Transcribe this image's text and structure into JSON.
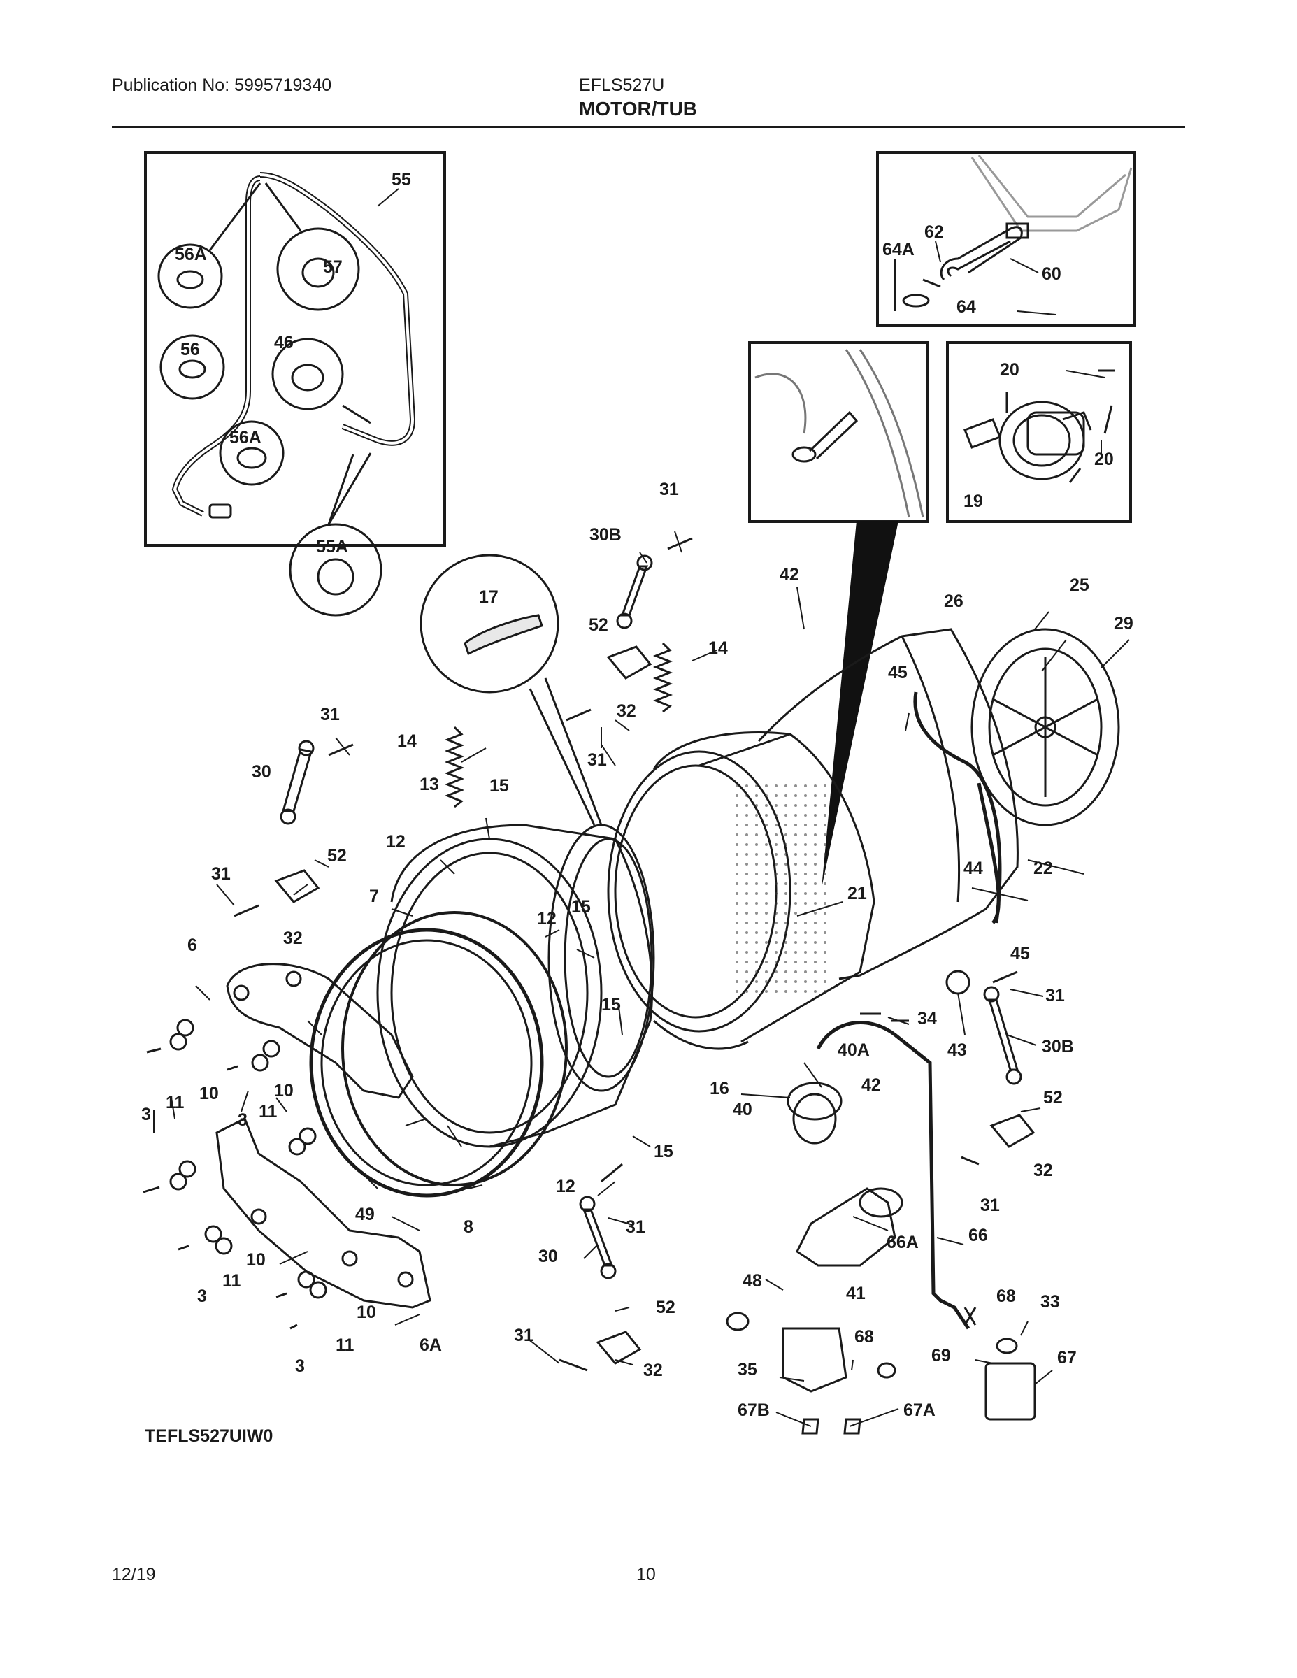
{
  "header": {
    "publication": "Publication No:  5995719340",
    "model": "EFLS527U",
    "section_title": "MOTOR/TUB"
  },
  "diagram_code": "TEFLS527UIW0",
  "footer": {
    "date": "12/19",
    "page_number": "10"
  },
  "callouts": {
    "c55": "55",
    "c56A_a": "56A",
    "c57": "57",
    "c56": "56",
    "c46": "46",
    "c56A_b": "56A",
    "c55A": "55A",
    "c62": "62",
    "c64A": "64A",
    "c60": "60",
    "c64": "64",
    "c20_a": "20",
    "c20_b": "20",
    "c19": "19",
    "c31_a": "31",
    "c30B_a": "30B",
    "c42_a": "42",
    "c25": "25",
    "c26": "26",
    "c29": "29",
    "c17": "17",
    "c52_a": "52",
    "c14_a": "14",
    "c45_a": "45",
    "c32_a": "32",
    "c31_b": "31",
    "c31_c": "31",
    "c14_b": "14",
    "c30_a": "30",
    "c15_a": "15",
    "c13": "13",
    "c52_b": "52",
    "c12_a": "12",
    "c31_d": "31",
    "c7": "7",
    "c15_b": "15",
    "c44": "44",
    "c22": "22",
    "c21": "21",
    "c32_b": "32",
    "c12_b": "12",
    "c6": "6",
    "c45_b": "45",
    "c31_e": "31",
    "c15_c": "15",
    "c34": "34",
    "c43": "43",
    "c30B_b": "30B",
    "c40A": "40A",
    "c42_b": "42",
    "c16": "16",
    "c10_a": "10",
    "c10_b": "10",
    "c11_a": "11",
    "c3_a": "3",
    "c3_b": "3",
    "c11_b": "11",
    "c40": "40",
    "c52_c": "52",
    "c15_d": "15",
    "c32_c": "32",
    "c12_c": "12",
    "c31_f": "31",
    "c49": "49",
    "c8": "8",
    "c31_g": "31",
    "c66": "66",
    "c30_b": "30",
    "c10_c": "10",
    "c66A": "66A",
    "c41": "41",
    "c11_c": "11",
    "c3_c": "3",
    "c48": "48",
    "c68_a": "68",
    "c33": "33",
    "c10_d": "10",
    "c52_d": "52",
    "c11_d": "11",
    "c6A": "6A",
    "c3_d": "3",
    "c31_h": "31",
    "c32_d": "32",
    "c68_b": "68",
    "c69": "69",
    "c67": "67",
    "c35": "35",
    "c67B": "67B",
    "c67A": "67A"
  }
}
